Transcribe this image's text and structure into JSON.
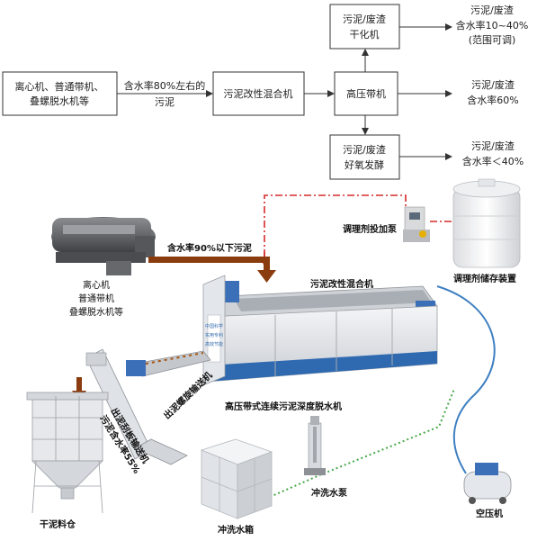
{
  "flowchart": {
    "source_box": [
      "离心机、普通带机、",
      "叠螺脱水机等"
    ],
    "feed_label": [
      "含水率80%左右的",
      "污泥"
    ],
    "mixer_box": "污泥改性混合机",
    "press_box": "高压带机",
    "dryer_box": [
      "污泥/废渣",
      "干化机"
    ],
    "ferment_box": [
      "污泥/废渣",
      "好氧发酵"
    ],
    "dryer_out": [
      "污泥/废渣",
      "含水率10~40%",
      "(范围可调)"
    ],
    "press_out": [
      "污泥/废渣",
      "含水率60%"
    ],
    "ferment_out": [
      "污泥/废渣",
      "含水率＜40%"
    ]
  },
  "illustration": {
    "centrifuge_label": [
      "离心机",
      "普通带机",
      "叠螺脱水机等"
    ],
    "feed_label": "含水率90%以下污泥",
    "pump_label": "调理剂投加泵",
    "tank_label": "调理剂储存装置",
    "mixer_label": "污泥改性混合机",
    "screw_label": "出泥螺旋输送机",
    "machine_label": "高压带式连续污泥深度脱水机",
    "scraper_label": [
      "出泥刮板输送机",
      "污泥含水率55%"
    ],
    "silo_label": "干泥料仓",
    "water_tank_label": "冲洗水箱",
    "wash_pump_label": "冲洗水泵",
    "compressor_label": "空压机",
    "machine_badge": [
      "中国科学",
      "实用专利",
      "高效节能"
    ]
  },
  "colors": {
    "line": "#333333",
    "red_dash": "#d62a2a",
    "green_dot": "#46a84a",
    "blue_pipe": "#3d7fc1",
    "arrow_brown": "#8a3c0e",
    "machine_blue": "#2f6ab0"
  }
}
